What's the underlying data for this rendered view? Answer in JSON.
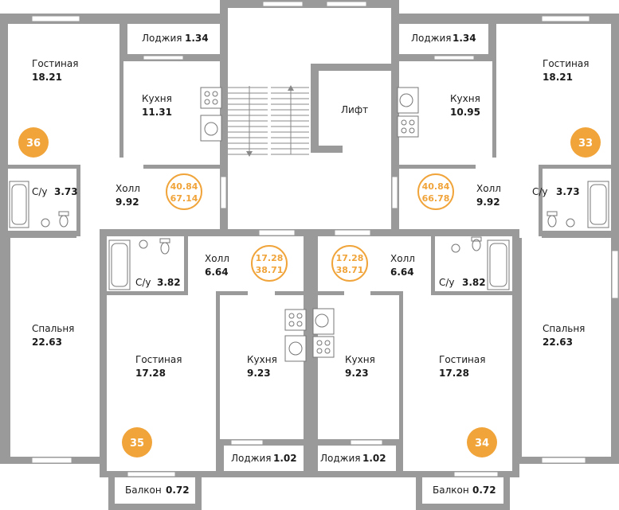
{
  "accent_color": "#f0a43a",
  "wall_color": "#9a9a9a",
  "apartments": {
    "a36": {
      "number": "36",
      "living_area": "40.84",
      "total_area": "67.14"
    },
    "a33": {
      "number": "33",
      "living_area": "40.84",
      "total_area": "66.78"
    },
    "a35": {
      "number": "35",
      "living_area": "17.28",
      "total_area": "38.71"
    },
    "a34": {
      "number": "34",
      "living_area": "17.28",
      "total_area": "38.71"
    }
  },
  "rooms": {
    "r36_living": {
      "name": "Гостиная",
      "area": "18.21"
    },
    "r36_loggia": {
      "name": "Лоджия",
      "area": "1.34"
    },
    "r36_kitchen": {
      "name": "Кухня",
      "area": "11.31"
    },
    "r36_bath": {
      "name": "С/у",
      "area": "3.73"
    },
    "r36_hall": {
      "name": "Холл",
      "area": "9.92"
    },
    "r36_bedroom": {
      "name": "Спальня",
      "area": "22.63"
    },
    "r33_loggia": {
      "name": "Лоджия",
      "area": "1.34"
    },
    "r33_living": {
      "name": "Гостиная",
      "area": "18.21"
    },
    "r33_kitchen": {
      "name": "Кухня",
      "area": "10.95"
    },
    "r33_hall": {
      "name": "Холл",
      "area": "9.92"
    },
    "r33_bath": {
      "name": "С/у",
      "area": "3.73"
    },
    "r33_bedroom": {
      "name": "Спальня",
      "area": "22.63"
    },
    "r35_hall": {
      "name": "Холл",
      "area": "6.64"
    },
    "r35_bath": {
      "name": "С/у",
      "area": "3.82"
    },
    "r35_living": {
      "name": "Гостиная",
      "area": "17.28"
    },
    "r35_kitchen": {
      "name": "Кухня",
      "area": "9.23"
    },
    "r35_loggia": {
      "name": "Лоджия",
      "area": "1.02"
    },
    "r35_balcony": {
      "name": "Балкон",
      "area": "0.72"
    },
    "r34_hall": {
      "name": "Холл",
      "area": "6.64"
    },
    "r34_bath": {
      "name": "С/у",
      "area": "3.82"
    },
    "r34_kitchen": {
      "name": "Кухня",
      "area": "9.23"
    },
    "r34_living": {
      "name": "Гостиная",
      "area": "17.28"
    },
    "r34_loggia": {
      "name": "Лоджия",
      "area": "1.02"
    },
    "r34_balcony": {
      "name": "Балкон",
      "area": "0.72"
    }
  },
  "elevator": {
    "label": "Лифт"
  }
}
